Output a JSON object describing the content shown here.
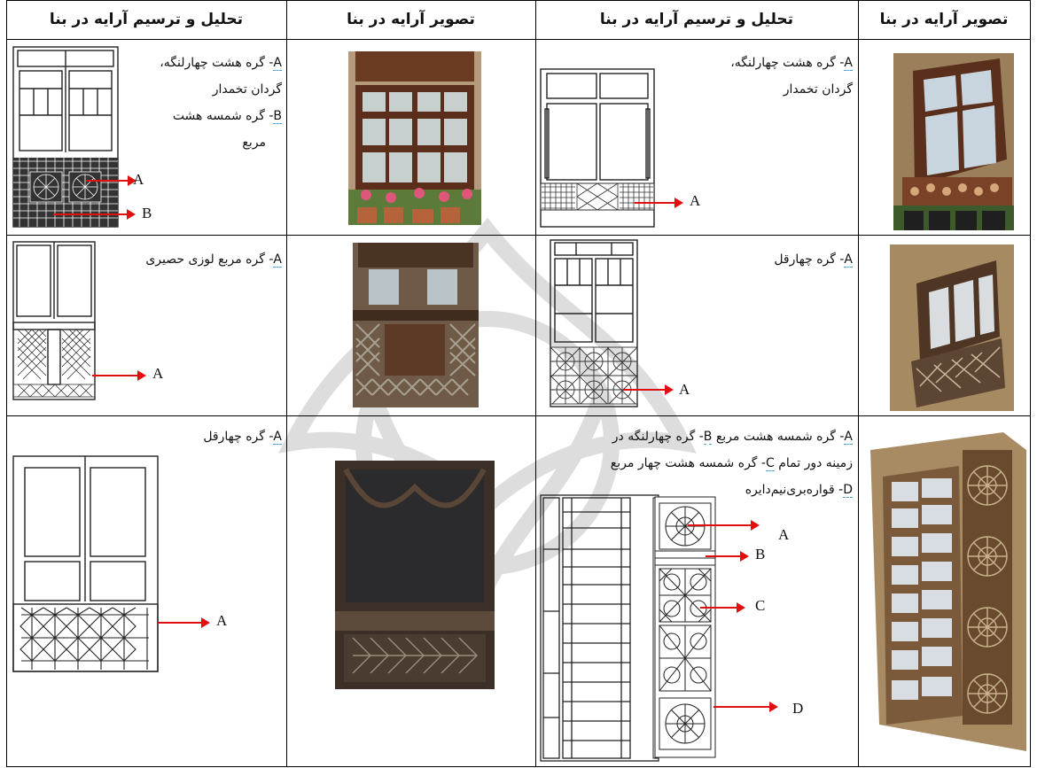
{
  "headers": {
    "col1": "تحلیل و ترسیم آرایه در بنا",
    "col2": "تصویر آرایه در بنا",
    "col3": "تحلیل و ترسیم آرایه در بنا",
    "col4": "تصویر آرایه در بنا"
  },
  "rows": [
    {
      "left_note": {
        "line1_tag": "A",
        "line1": "- گره هشت چهارلنگه،",
        "line2": "گردان تخمدار",
        "line3_tag": "B",
        "line3": "- گره شمسه هشت",
        "line4": "مربع"
      },
      "left_labels": [
        "A",
        "B"
      ],
      "right_note": {
        "line1_tag": "A",
        "line1": "- گره هشت چهارلنگه،",
        "line2": "گردان تخمدار"
      },
      "right_labels": [
        "A"
      ]
    },
    {
      "left_note": {
        "tag": "A",
        "text": "- گره مربع لوزی حصیری"
      },
      "left_labels": [
        "A"
      ],
      "right_note": {
        "tag": "A",
        "text": "- گره چهارقل"
      },
      "right_labels": [
        "A"
      ]
    },
    {
      "left_note": {
        "tag": "A",
        "text": "- گره چهارقل"
      },
      "left_labels": [
        "A"
      ],
      "right_note": {
        "line1_a": "A",
        "line1_a_text": "- گره شمسه هشت مربع ",
        "line1_b": "B",
        "line1_b_text": "- گره چهارلنگه در",
        "line2": "زمینه دور تمام ",
        "line2_c": "C",
        "line2_c_text": "- گره شمسه هشت چهار مربع",
        "line3_d": "D",
        "line3_d_text": "- قواره‌بری‌نیم‌دایره"
      },
      "right_labels": [
        "A",
        "B",
        "C",
        "D"
      ]
    }
  ]
}
